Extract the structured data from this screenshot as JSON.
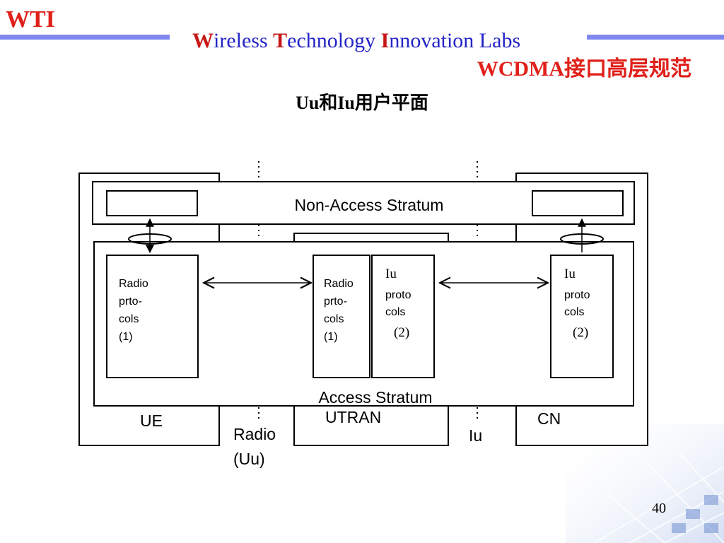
{
  "header": {
    "logo": "WTI",
    "lab_title": [
      {
        "cap": "W",
        "rest": "ireless "
      },
      {
        "cap": "T",
        "rest": "echnology "
      },
      {
        "cap": "I",
        "rest": "nnovation Labs"
      }
    ],
    "subtitle": "WCDMA接口高层规范"
  },
  "slide": {
    "heading": "Uu和Iu用户平面",
    "page_number": "40"
  },
  "diagram": {
    "non_access_stratum": "Non-Access Stratum",
    "access_stratum": "Access Stratum",
    "nodes": {
      "ue": "UE",
      "utran": "UTRAN",
      "cn": "CN"
    },
    "interfaces": {
      "radio_line1": "Radio",
      "radio_line2": "(Uu)",
      "iu": "Iu"
    },
    "ue_radio_protocols": [
      "Radio",
      "prto-",
      "cols",
      "(1)"
    ],
    "utran_radio_protocols": [
      "Radio",
      "prto-",
      "cols",
      "(1)"
    ],
    "utran_iu_protocols": [
      "Iu",
      "proto",
      "cols",
      "(2)"
    ],
    "cn_iu_protocols": [
      "Iu",
      "proto",
      "cols",
      "(2)"
    ]
  },
  "colors": {
    "logo": "#e0201a",
    "title_blue": "#2424c8",
    "title_caps": "#c81818",
    "subtitle": "#e0201a",
    "header_line": "#8088f0"
  }
}
